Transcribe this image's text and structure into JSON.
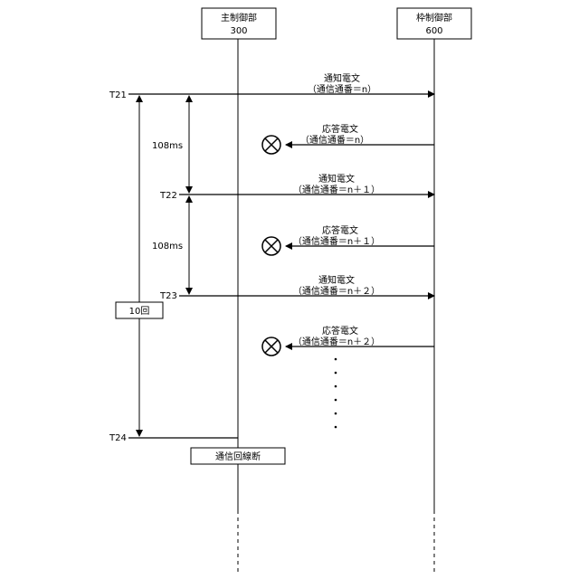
{
  "participants": {
    "main": {
      "name": "主制御部",
      "id": "300"
    },
    "frame": {
      "name": "枠制御部",
      "id": "600"
    }
  },
  "times": {
    "t21": "T21",
    "t22": "T22",
    "t23": "T23",
    "t24": "T24"
  },
  "intervals": {
    "first": "108ms",
    "second": "108ms"
  },
  "retry": "10回",
  "messages": {
    "m1": {
      "title": "通知電文",
      "detail": "（通信通番＝n）"
    },
    "m2": {
      "title": "応答電文",
      "detail": "（通信通番＝n）"
    },
    "m3": {
      "title": "通知電文",
      "detail": "（通信通番＝n＋１）"
    },
    "m4": {
      "title": "応答電文",
      "detail": "（通信通番＝n＋１）"
    },
    "m5": {
      "title": "通知電文",
      "detail": "（通信通番＝n＋２）"
    },
    "m6": {
      "title": "応答電文",
      "detail": "（通信通番＝n＋２）"
    }
  },
  "disconnect": "通信回線断"
}
